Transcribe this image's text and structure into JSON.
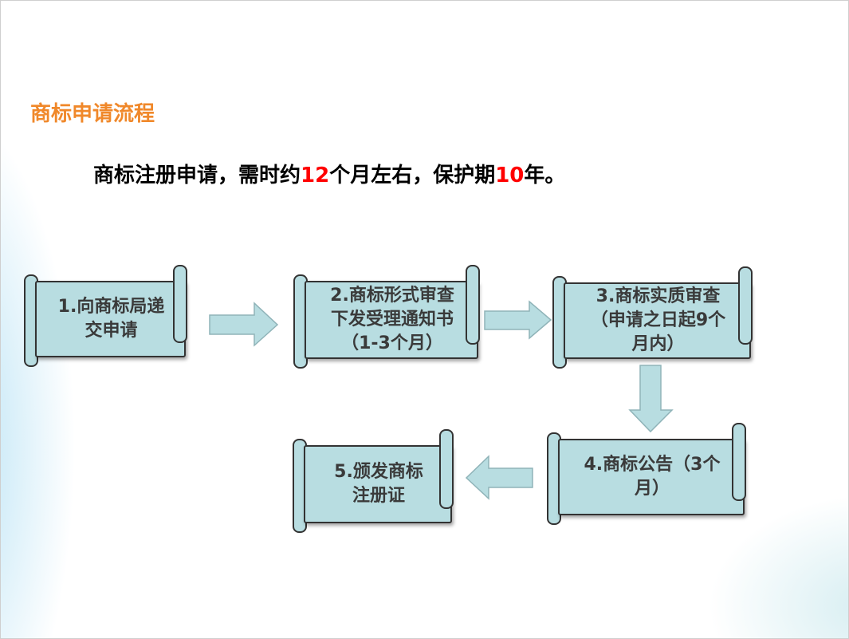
{
  "title": "商标申请流程",
  "subtitle": {
    "part1": "商标注册申请，需时约",
    "months": "12",
    "part2": "个月左右，保护期",
    "years": "10",
    "part3": "年。"
  },
  "steps": [
    {
      "line1": "1.向商标局递",
      "line2": "交申请",
      "line3": ""
    },
    {
      "line1": "2.商标形式审查",
      "line2": "下发受理通知书",
      "line3": "（1-3个月）"
    },
    {
      "line1": "3.商标实质审查",
      "line2": "（申请之日起9个",
      "line3": "月内）"
    },
    {
      "line1": "4.商标公告（3个",
      "line2": "月）",
      "line3": ""
    },
    {
      "line1": "5.颁发商标",
      "line2": "注册证",
      "line3": ""
    }
  ],
  "colors": {
    "title": "#f0882a",
    "highlight": "#ff0000",
    "scroll": "#b8dde1"
  }
}
